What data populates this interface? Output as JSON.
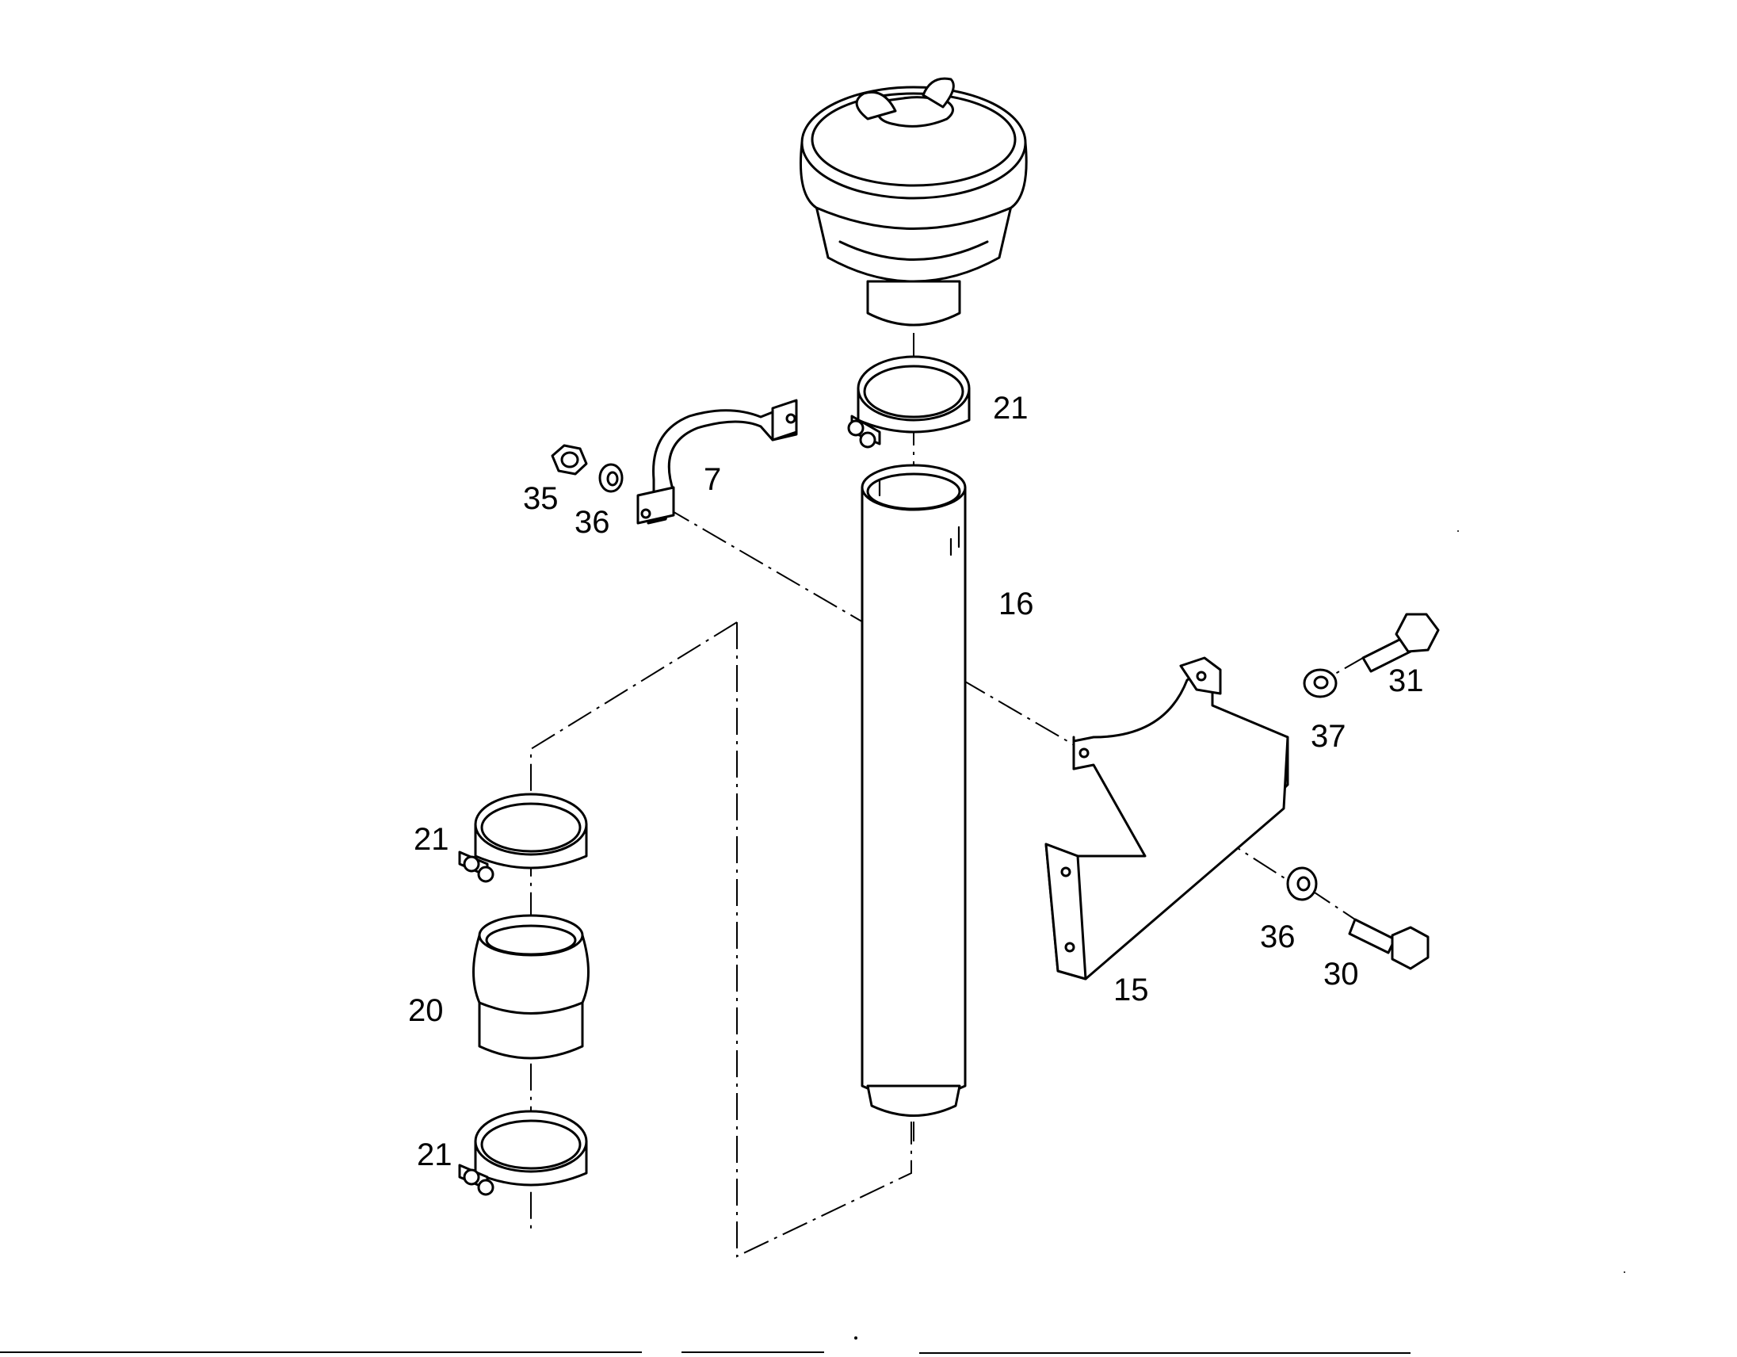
{
  "callouts": {
    "c21_top": "21",
    "c7": "7",
    "c35": "35",
    "c36_left": "36",
    "c16": "16",
    "c31": "31",
    "c37": "37",
    "c21_mid": "21",
    "c20": "20",
    "c36_right": "36",
    "c30": "30",
    "c15": "15",
    "c21_bottom": "21"
  }
}
